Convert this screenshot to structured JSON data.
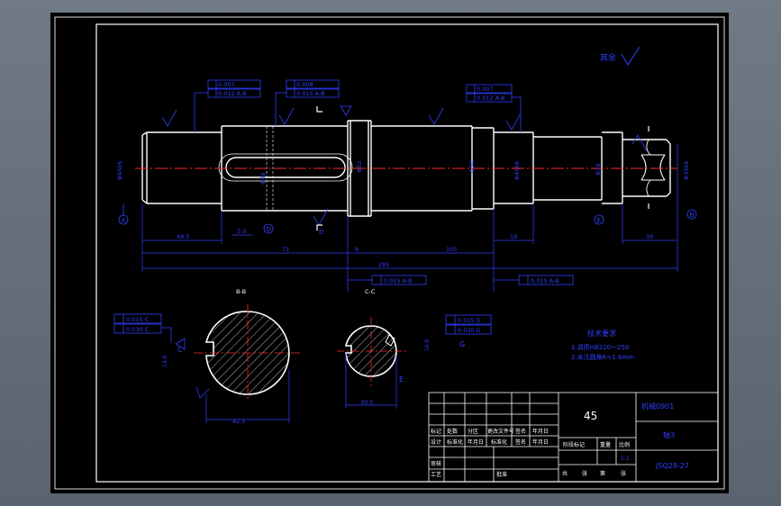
{
  "colors": {
    "background": "#000000",
    "frame": "#ffffff",
    "dimension": "#2f3fff",
    "centerline": "#ff2a2a",
    "part": "#ffffff",
    "outer": "#6d7782"
  },
  "roughness_note": "其余",
  "gdt": {
    "left_top": "0.007",
    "left_bottom": "0.012 A-B",
    "mid_top": "0.008",
    "mid_bottom": "0.015 A-B",
    "right_top": "0.007",
    "right_bottom": "0.012 A-B",
    "below_1": "0.015 A-B",
    "below_2": "0.015 A-B",
    "sec1_top": "0.015 C",
    "sec1_bottom": "0.030 C",
    "sec2_top": "0.015 G",
    "sec2_bottom": "0.030 G"
  },
  "datums": {
    "a": "A",
    "d": "D",
    "b": "B",
    "e": "E",
    "g": "G",
    "c": "C"
  },
  "dims": {
    "d1": "Φ45k6",
    "d2": "Φ48",
    "d3": "Φ52",
    "d4": "Φ54",
    "d5": "Φ45k6",
    "d6": "Φ38",
    "d7": "Φ35k6",
    "l1": "48.5",
    "l2": "71",
    "l3": "8",
    "l4": "105",
    "l5": "19",
    "l6": "30",
    "total": "285",
    "k1": "3.0",
    "s1": "B-B",
    "s2": "C-C",
    "w1": "42.5",
    "w2": "30.0",
    "t1": "14.0",
    "t2": "10.0"
  },
  "notes": {
    "title": "技术要求",
    "n1": "1.调质HB220～250",
    "n2": "2.未注圆角R=1.6mm"
  },
  "title_block": {
    "material": "45",
    "org": "机械0901",
    "name": "轴3",
    "code": "JSQ28-27",
    "h1": "标记",
    "h2": "处数",
    "h3": "分区",
    "h4": "更改文件号",
    "h5": "签名",
    "h6": "年月日",
    "r1": "设计",
    "r2": "标准化",
    "r3": "签名",
    "r4": "年月日",
    "r5": "阶段标记",
    "r6": "重量",
    "r7": "比例",
    "r8": "审核",
    "r9": "工艺",
    "r10": "批准",
    "scale": "1:1",
    "sheet_total": "共",
    "sheet_no": "第",
    "zhang1": "张",
    "zhang2": "张"
  }
}
